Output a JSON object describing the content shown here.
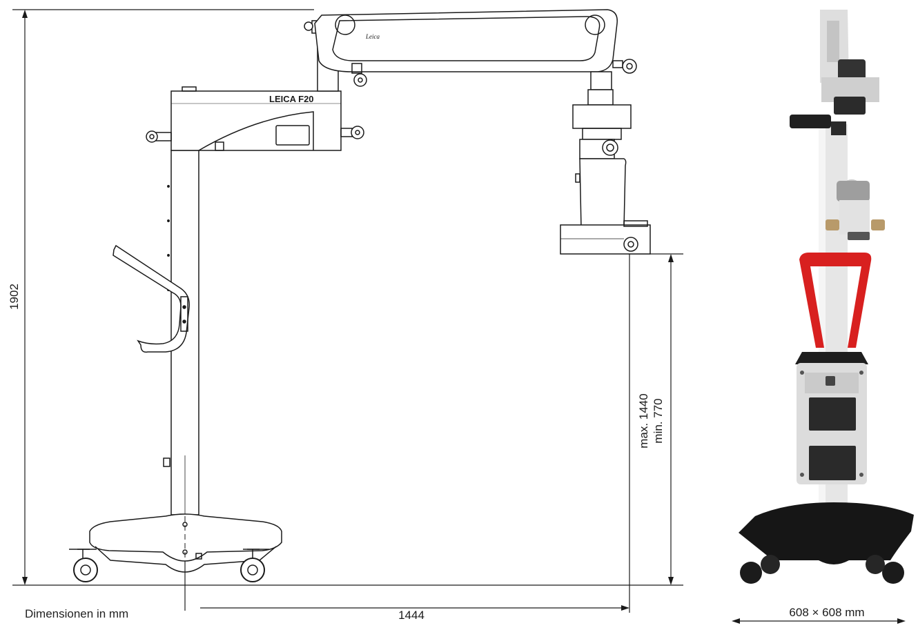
{
  "figure": {
    "brand_label": "LEICA F20",
    "logo_script": "Leica",
    "unit_caption": "Dimensionen in mm"
  },
  "dimensions": {
    "total_height": "1902",
    "max_height": "max. 1440",
    "min_height": "min. 770",
    "reach": "1444",
    "footprint": "608 × 608 mm"
  },
  "colors": {
    "line": "#1a1a1a",
    "handle_red": "#d8201f",
    "base_dark": "#161616",
    "body_gray": "#d9d9d9",
    "panel_gray": "#c9c9c9"
  }
}
